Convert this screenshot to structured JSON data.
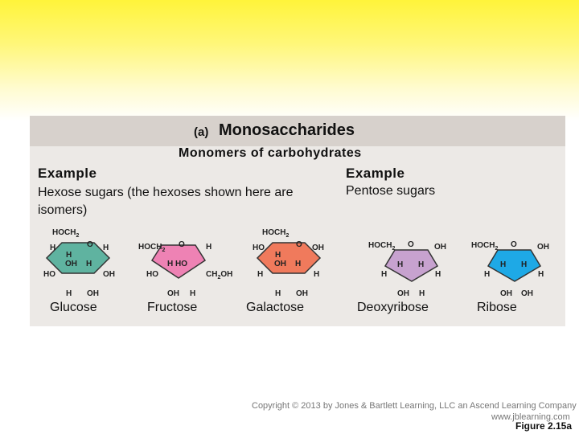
{
  "header": {
    "panel_letter": "(a)",
    "panel_title": "Monosaccharides",
    "subtitle": "Monomers of carbohydrates"
  },
  "left": {
    "example_label": "Example",
    "description": "Hexose sugars (the hexoses shown here are isomers)"
  },
  "right": {
    "example_label": "Example",
    "description": "Pentose sugars"
  },
  "molecules": [
    {
      "name": "Glucose",
      "color": "#5fb3a0"
    },
    {
      "name": "Fructose",
      "color": "#ee82b4"
    },
    {
      "name": "Galactose",
      "color": "#f07a5c"
    },
    {
      "name": "Deoxyribose",
      "color": "#c7a2cf"
    },
    {
      "name": "Ribose",
      "color": "#1ea9e6"
    }
  ],
  "atom_labels": {
    "hoch2": "HOCH",
    "sub2": "2",
    "h": "H",
    "o": "O",
    "oh": "OH",
    "ho": "HO",
    "h_ho": "H  HO",
    "ch2oh": "CH",
    "ch2oh_tail": "OH"
  },
  "footer": {
    "copyright": "Copyright © 2013 by Jones & Bartlett Learning, LLC an Ascend Learning Company",
    "site": "www.jblearning.com",
    "figure": "Figure 2.15a"
  }
}
